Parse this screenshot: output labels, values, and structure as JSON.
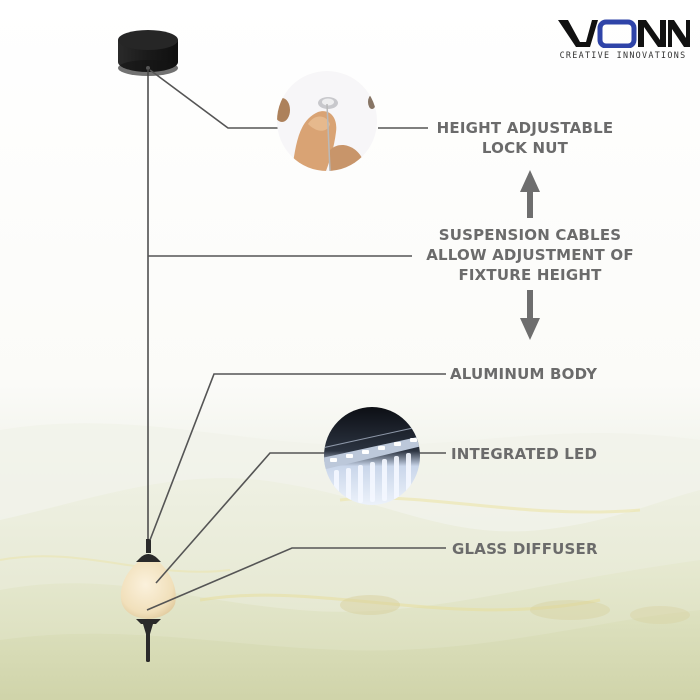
{
  "brand": {
    "name": "VONN",
    "tagline": "CREATIVE INNOVATIONS",
    "colors": {
      "dark": "#111111",
      "accent": "#2f44a8"
    }
  },
  "callouts": [
    {
      "id": "lock-nut",
      "lines": [
        "HEIGHT ADJUSTABLE",
        "LOCK NUT"
      ],
      "has_inset": true,
      "inset": "finger-adjusting-lock-nut"
    },
    {
      "id": "suspension",
      "lines": [
        "SUSPENSION CABLES",
        "ALLOW ADJUSTMENT OF",
        "FIXTURE HEIGHT"
      ],
      "arrows": [
        "up-arrow",
        "down-arrow"
      ]
    },
    {
      "id": "aluminum-body",
      "lines": [
        "ALUMINUM BODY"
      ]
    },
    {
      "id": "integrated-led",
      "lines": [
        "INTEGRATED LED"
      ],
      "has_inset": true,
      "inset": "led-strip-closeup"
    },
    {
      "id": "glass-diffuser",
      "lines": [
        "GLASS DIFFUSER"
      ]
    }
  ],
  "colors": {
    "text": "#6b6b6b",
    "leader_line": "#555555",
    "arrow": "#6e6e6e",
    "canopy": "#1e1e1e",
    "diffuser": "#f3e4c4",
    "hills": "#d9dcae"
  }
}
